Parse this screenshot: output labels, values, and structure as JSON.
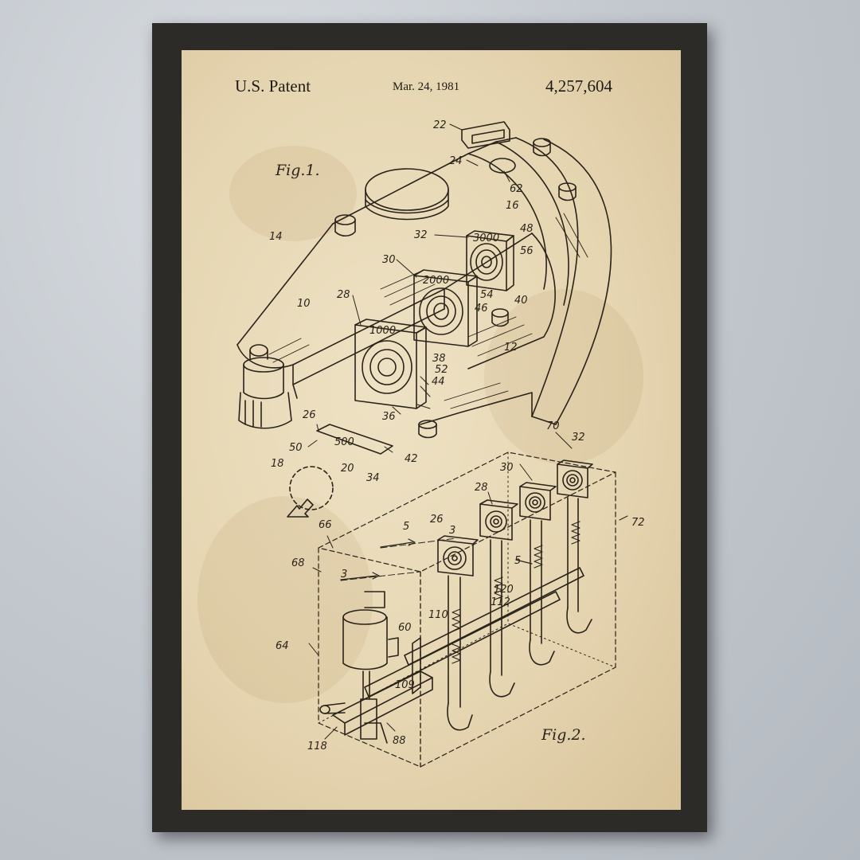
{
  "patent": {
    "label": "U.S. Patent",
    "date": "Mar. 24, 1981",
    "number": "4,257,604"
  },
  "figures": {
    "fig1": "Fig.1.",
    "fig2": "Fig.2."
  },
  "score_boxes": [
    "1000",
    "2000",
    "3000"
  ],
  "score_plate": "500",
  "reference_numerals": [
    "22",
    "24",
    "62",
    "16",
    "48",
    "56",
    "14",
    "32",
    "30",
    "54",
    "46",
    "40",
    "10",
    "28",
    "12",
    "38",
    "52",
    "44",
    "36",
    "26",
    "50",
    "18",
    "20",
    "34",
    "42",
    "70",
    "32",
    "30",
    "28",
    "72",
    "66",
    "26",
    "3",
    "5",
    "68",
    "3",
    "120",
    "5",
    "112",
    "110",
    "60",
    "64",
    "109",
    "118",
    "88"
  ],
  "colors": {
    "paper": "#e6d6b2",
    "ink": "#2a231a",
    "frame": "#2c2b27",
    "wall": "#c4c9cf"
  }
}
